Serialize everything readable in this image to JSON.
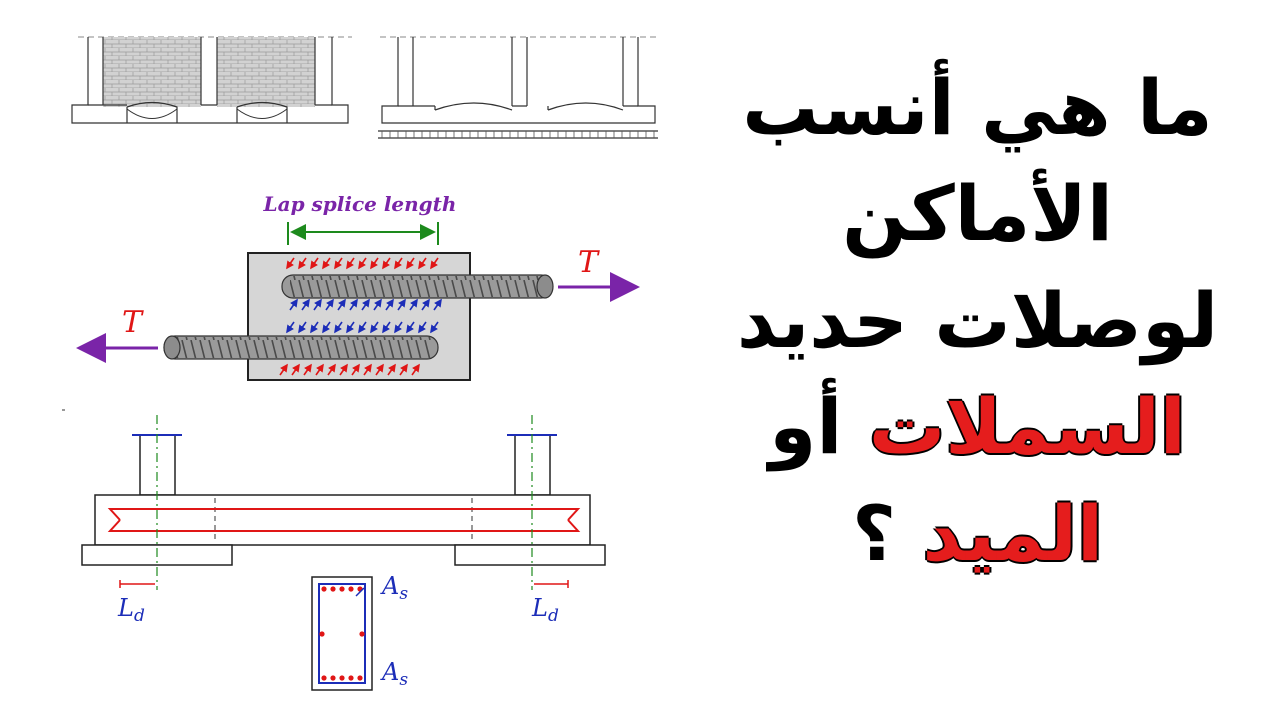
{
  "diagram": {
    "lap_label": "Lap splice length",
    "tension_symbol": "T",
    "dev_length_symbol": "L",
    "dev_length_subscript": "d",
    "steel_area_symbol": "A",
    "steel_area_subscript": "s"
  },
  "headline": {
    "line1": "ما هي أنسب",
    "line2": "الأماكن",
    "line3": "لوصلات حديد",
    "line4_red": "السملات",
    "line4_black": "أو",
    "line5_red": "الميد",
    "line5_black": "؟"
  },
  "colors": {
    "red_text": "#e51d1d",
    "purple": "#7a24a8",
    "green": "#1d8a1d",
    "blue": "#1c2db8",
    "rebar_red": "#e01616"
  }
}
